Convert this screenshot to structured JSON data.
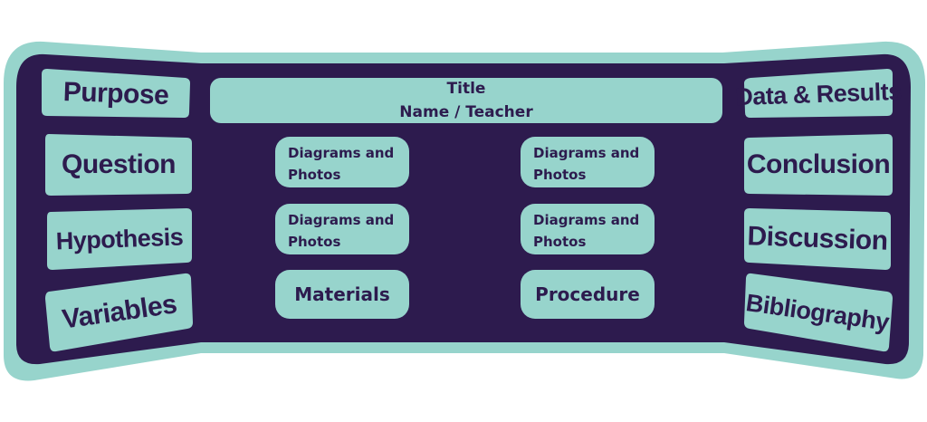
{
  "board": {
    "outline_color": "#97d4cc",
    "panel_color": "#2d1b4e",
    "box_color": "#97d4cc",
    "text_color": "#2d1b4e"
  },
  "left_panel": [
    "Purpose",
    "Question",
    "Hypothesis",
    "Variables"
  ],
  "right_panel": [
    "Data & Results",
    "Conclusion",
    "Discussion",
    "Bibliography"
  ],
  "center": {
    "title": "Title",
    "subtitle": "Name / Teacher",
    "boxes": [
      {
        "line1": "Diagrams and",
        "line2": "Photos"
      },
      {
        "line1": "Diagrams and",
        "line2": "Photos"
      },
      {
        "line1": "Diagrams and",
        "line2": "Photos"
      },
      {
        "line1": "Diagrams and",
        "line2": "Photos"
      }
    ],
    "materials": "Materials",
    "procedure": "Procedure"
  }
}
